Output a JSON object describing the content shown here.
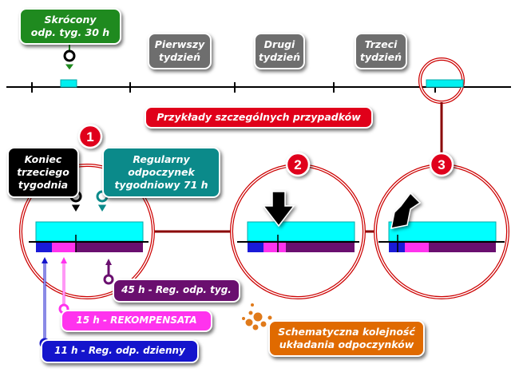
{
  "labels": {
    "short_week": "Skrócony\nodp. tyg. 30 h",
    "week1": "Pierwszy\ntydzień",
    "week2": "Drugi\ntydzień",
    "week3": "Trzeci\ntydzień",
    "examples": "Przykłady szczególnych przypadków",
    "end_third_week": "Koniec\ntrzeciego\ntygodnia",
    "regular_weekly": "Regularny\nodpoczynek\ntygodniowy 71 h",
    "reg_weekly_45": "45 h - Reg. odp. tyg.",
    "rekompensata": "15 h - REKOMPENSATA",
    "reg_daily_11": "11 h - Reg. odp. dzienny",
    "schematic": "Schematyczna kolejność\nukładania odpoczynków"
  },
  "badges": [
    "1",
    "2",
    "3"
  ],
  "colors": {
    "green": "#1f8a1f",
    "gray": "#6e6e6e",
    "red": "#e0001a",
    "black": "#000000",
    "teal": "#0b8a8a",
    "purple": "#6a0f6f",
    "magenta": "#ff33ee",
    "blue": "#1414cc",
    "orange": "#e06a00",
    "cyan": "#00ffff"
  }
}
